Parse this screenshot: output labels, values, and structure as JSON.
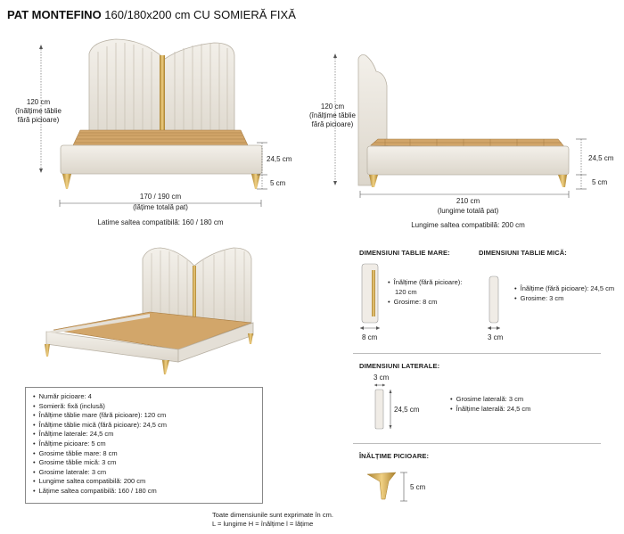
{
  "title": {
    "bold": "PAT MONTEFINO",
    "rest": " 160/180x200 cm CU SOMIERĂ FIXĂ"
  },
  "front": {
    "height_l1": "120 cm",
    "height_l2": "(înălțime tăblie",
    "height_l3": "fără picioare)",
    "side_h": "24,5 cm",
    "leg_h": "5 cm",
    "width_l1": "170 / 190 cm",
    "width_l2": "(lățime totală pat)",
    "compat": "Latime saltea compatibilă: 160 / 180 cm"
  },
  "side": {
    "height_l1": "120 cm",
    "height_l2": "(înălțime tăblie",
    "height_l3": "fără picioare)",
    "side_h": "24,5 cm",
    "leg_h": "5 cm",
    "len_l1": "210 cm",
    "len_l2": "(lungime totală pat)",
    "compat": "Lungime saltea compatibilă: 200 cm"
  },
  "headboard_large": {
    "heading": "DIMENSIUNI TABLIE MARE:",
    "b1a": "Înălțime (fără picioare):",
    "b1b": "120 cm",
    "b2": "Grosime: 8 cm",
    "width": "8 cm"
  },
  "headboard_small": {
    "heading": "DIMENSIUNI TABLIE MICĂ:",
    "b1": "Înălțime (fără picioare): 24,5 cm",
    "b2": "Grosime: 3 cm",
    "width": "3 cm"
  },
  "lateral": {
    "heading": "DIMENSIUNI LATERALE:",
    "width": "3 cm",
    "height": "24,5 cm",
    "b1": "Grosime laterală: 3 cm",
    "b2": "Înălțime laterală: 24,5 cm"
  },
  "legs": {
    "heading": "ÎNĂLȚIME PICIOARE:",
    "height": "5 cm"
  },
  "specs": [
    "Număr picioare: 4",
    "Somieră: fixă (inclusă)",
    "Înălțime tăblie mare (fără picioare): 120 cm",
    "Înălțime tăblie mică (fără picioare): 24,5 cm",
    "Înălțime laterale: 24,5 cm",
    "Înălțime picioare: 5 cm",
    "Grosime tăblie mare: 8 cm",
    "Grosime tăblie mică: 3 cm",
    "Grosime laterale: 3 cm",
    "Lungime saltea compatibilă: 200 cm",
    "Lățime saltea compatibilă: 160 / 180 cm"
  ],
  "footer": {
    "l1": "Toate dimensiunile sunt exprimate în cm.",
    "l2": "L = lungime    H = înălțime    l = lățime"
  },
  "colors": {
    "upholstery": "#ece8e1",
    "upholstery_shade": "#d8d2c8",
    "gold": "#c9a24a",
    "slat": "#d2a66a",
    "line": "#555555"
  }
}
